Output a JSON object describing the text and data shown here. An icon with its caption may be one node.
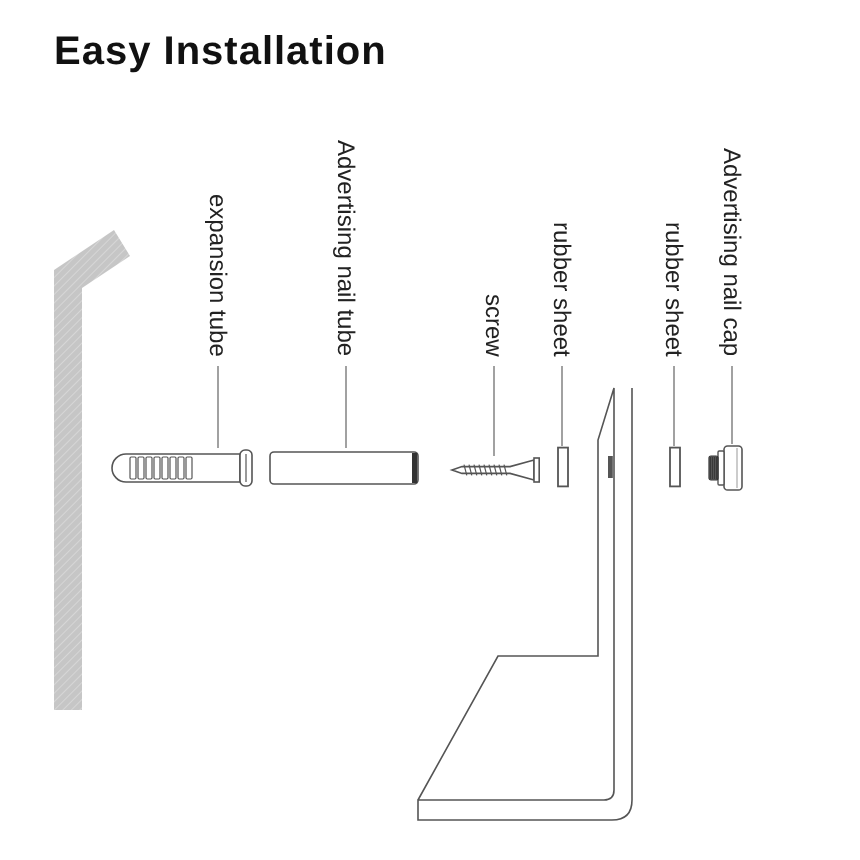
{
  "diagram": {
    "title": "Easy Installation",
    "nodes": [
      {
        "text": [
          "expansion tube"
        ]
      },
      {
        "text": [
          "Advertising nail tube"
        ]
      },
      {
        "text": [
          "screw"
        ]
      },
      {
        "text": [
          "rubber sheet"
        ]
      },
      {
        "text": [
          "rubber sheet"
        ]
      },
      {
        "text": [
          "Advertising nail cap"
        ]
      },
      {
        "text": [],
        "shape": "picture"
      },
      {
        "text": [],
        "shape": "picture"
      },
      {
        "text": [],
        "shape": "picture"
      },
      {
        "text": [],
        "shape": "box"
      },
      {
        "text": [],
        "shape": "box"
      },
      {
        "text": [],
        "shape": "picture"
      }
    ],
    "edges": [
      {
        "from": 0,
        "to": 6,
        "arrow": "none"
      },
      {
        "from": 1,
        "to": 7,
        "arrow": "none"
      },
      {
        "from": 2,
        "to": 8,
        "arrow": "none"
      },
      {
        "from": 3,
        "to": 9,
        "arrow": "none"
      },
      {
        "from": 4,
        "to": 10,
        "arrow": "none"
      },
      {
        "from": 5,
        "to": 11,
        "arrow": "none"
      }
    ]
  }
}
